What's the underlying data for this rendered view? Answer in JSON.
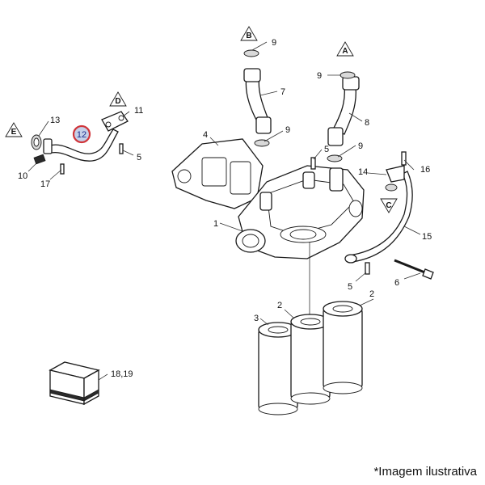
{
  "callouts": {
    "c1": "1",
    "c2a": "2",
    "c2b": "2",
    "c3": "3",
    "c4": "4",
    "c5a": "5",
    "c5b": "5",
    "c5c": "5",
    "c6": "6",
    "c7": "7",
    "c8": "8",
    "c9a": "9",
    "c9b": "9",
    "c9c": "9",
    "c9d": "9",
    "c10": "10",
    "c11": "11",
    "c12": "12",
    "c13": "13",
    "c14": "14",
    "c15": "15",
    "c16": "16",
    "c17": "17",
    "c1819": "18,19"
  },
  "markers": {
    "a": "A",
    "b": "B",
    "c": "C",
    "d": "D",
    "e": "E"
  },
  "highlight_color": "#d0353a",
  "caption": "*Imagem ilustrativa"
}
